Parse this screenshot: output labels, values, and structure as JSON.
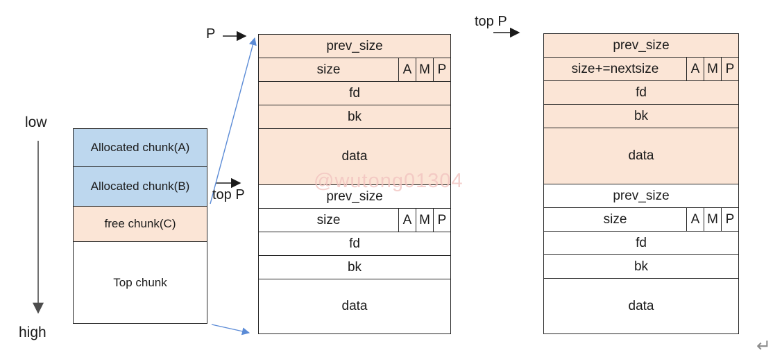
{
  "colors": {
    "allocated_blue": "#bdd7ee",
    "free_peach": "#fbe5d6",
    "chunk_white": "#ffffff",
    "border_black": "#262626",
    "arrow_blue": "#5b8bd6",
    "watermark_pink": "#f2c4c0"
  },
  "address_axis": {
    "low_label": "low",
    "high_label": "high"
  },
  "memory_stack": {
    "items": [
      {
        "label": "Allocated chunk(A)",
        "state": "allocated"
      },
      {
        "label": "Allocated chunk(B)",
        "state": "allocated"
      },
      {
        "label": "free chunk(C)",
        "state": "free"
      },
      {
        "label": "Top chunk",
        "state": "top"
      }
    ]
  },
  "pointer_labels": {
    "p": "P",
    "top_p_before": "top P",
    "top_p_after": "top P"
  },
  "before_merge_diagram": {
    "free_chunk": {
      "prev_size": "prev_size",
      "size": "size",
      "flags": [
        "A",
        "M",
        "P"
      ],
      "fd": "fd",
      "bk": "bk",
      "data": "data"
    },
    "top_chunk": {
      "prev_size": "prev_size",
      "size": "size",
      "flags": [
        "A",
        "M",
        "P"
      ],
      "fd": "fd",
      "bk": "bk",
      "data": "data"
    }
  },
  "after_merge_diagram": {
    "merged_chunk": {
      "prev_size": "prev_size",
      "size": "size+=nextsize",
      "flags": [
        "A",
        "M",
        "P"
      ],
      "fd": "fd",
      "bk": "bk",
      "data": "data"
    },
    "top_chunk": {
      "prev_size": "prev_size",
      "size": "size",
      "flags": [
        "A",
        "M",
        "P"
      ],
      "fd": "fd",
      "bk": "bk",
      "data": "data"
    }
  },
  "watermark": "@wutong01304",
  "return_mark": "↵"
}
